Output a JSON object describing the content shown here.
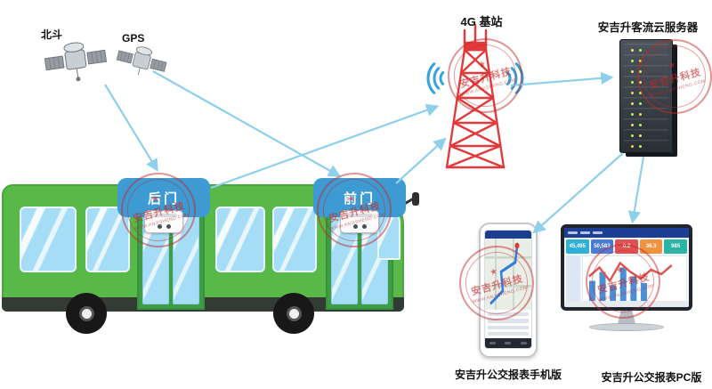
{
  "labels": {
    "beidou": "北斗",
    "gps": "GPS",
    "tower": "4G 基站",
    "server": "安吉升客流云服务器",
    "rear_door": "后门",
    "front_door": "前门",
    "phone_caption": "安吉升公交报表手机版",
    "pc_caption": "安吉升公交报表PC版"
  },
  "watermark": {
    "star": "★",
    "brand": "安吉升科技",
    "site": "WWW.ANJISHENG.COM"
  },
  "pc_dashboard": {
    "tiles": [
      "45,495",
      "50,583",
      "0.2",
      "36.3",
      "985"
    ],
    "tile_colors": [
      "#31b0d5",
      "#4a7bd8",
      "#e05252",
      "#f0923e",
      "#2bb3a3"
    ]
  },
  "colors": {
    "arrow": "#8ecfec",
    "bus_body": "#58b948",
    "window_glass": "#a6ddf6",
    "door_callout": "#3d9ad2",
    "tower_red": "#e23a3a",
    "wifi_blue": "#35a3dc",
    "stamp_red": "#c62828"
  }
}
